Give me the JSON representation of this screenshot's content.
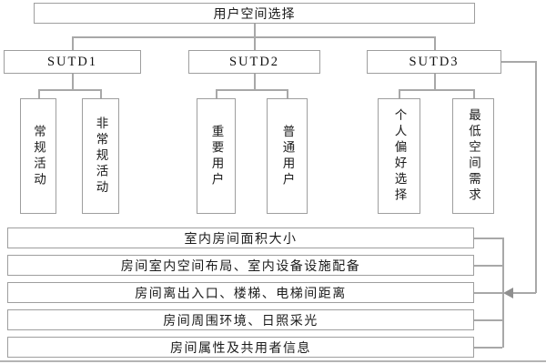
{
  "diagram": {
    "root": {
      "label": "用户空间选择"
    },
    "groups": [
      {
        "label": "SUTD1",
        "children": [
          "常规活动",
          "非常规活动"
        ]
      },
      {
        "label": "SUTD2",
        "children": [
          "重要用户",
          "普通用户"
        ]
      },
      {
        "label": "SUTD3",
        "children": [
          "个人偏好选择",
          "最低空间需求"
        ]
      }
    ],
    "attributes": [
      "室内房间面积大小",
      "房间室内空间布局、室内设备设施配备",
      "房间离出入口、楼梯、电梯间距离",
      "房间周围环境、日照采光",
      "房间属性及共用者信息"
    ],
    "colors": {
      "background": "#ffffff",
      "box_border": "#9e9e9e",
      "line": "#a8a8a8",
      "arrow": "#8f8f8f",
      "text": "#1b1b1b"
    }
  }
}
